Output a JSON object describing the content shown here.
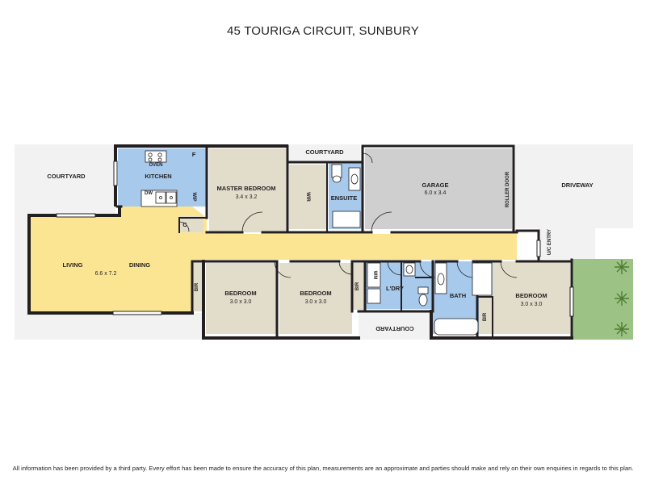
{
  "title": "45 TOURIGA CIRCUIT, SUNBURY",
  "disclaimer": "All information has been provided by a third party. Every effort has been made to ensure the accuracy of this plan, measurements are an approximate and parties should make and rely on their own enquiries in regards to this plan.",
  "colors": {
    "living": "#fbe592",
    "bedroom": "#e2dccb",
    "wet_area": "#a7c9ec",
    "garage": "#cfcfcf",
    "outdoor": "#f1f2f1",
    "garden": "#9dc285",
    "wall": "#231f20"
  },
  "rooms": {
    "courtyard_left": "COURTYARD",
    "courtyard_top": "COURTYARD",
    "courtyard_bottom": "COURTYARD",
    "kitchen": "KITCHEN",
    "oven": "OVEN",
    "dw": "DW",
    "fridge": "F",
    "wip": "WIP",
    "cupboard": "C",
    "master_bedroom": {
      "name": "MASTER BEDROOM",
      "size": "3.4 x 3.2"
    },
    "wir": "WIR",
    "ensuite": "ENSUITE",
    "garage": {
      "name": "GARAGE",
      "size": "6.0 x 3.4"
    },
    "roller_door": "ROLLER DOOR",
    "driveway": "DRIVEWAY",
    "uc_entry": "U/C ENTRY",
    "living": "LIVING",
    "living_size": "6.6 x 7.2",
    "dining": "DINING",
    "bedroom_1": {
      "name": "BEDROOM",
      "size": "3.0 x 3.0",
      "bir": "BIR"
    },
    "bedroom_2": {
      "name": "BEDROOM",
      "size": "3.0 x 3.0",
      "bir": "BIR"
    },
    "laundry": "L'DRY",
    "wm": "WM",
    "bath": "BATH",
    "bedroom_3": {
      "name": "BEDROOM",
      "size": "3.0 x 3.0",
      "bir": "BIR"
    }
  }
}
